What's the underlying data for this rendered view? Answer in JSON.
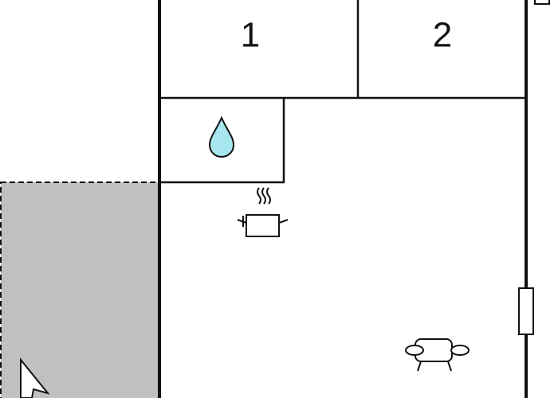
{
  "floorplan": {
    "rooms": [
      {
        "id": "bedroom-1",
        "label": "1"
      },
      {
        "id": "bedroom-2",
        "label": "2"
      },
      {
        "id": "bathroom",
        "label": ""
      },
      {
        "id": "living-kitchen",
        "label": ""
      }
    ],
    "icons": {
      "bathroom": "water-drop-icon",
      "kitchen": "cooking-pot-icon",
      "living": "sofa-icon",
      "terrace": "north-arrow-icon"
    },
    "colors": {
      "wall": "#111111",
      "terrace_fill": "#c0c0c0",
      "water_drop": "#a8e6ef",
      "background": "#ffffff"
    }
  }
}
